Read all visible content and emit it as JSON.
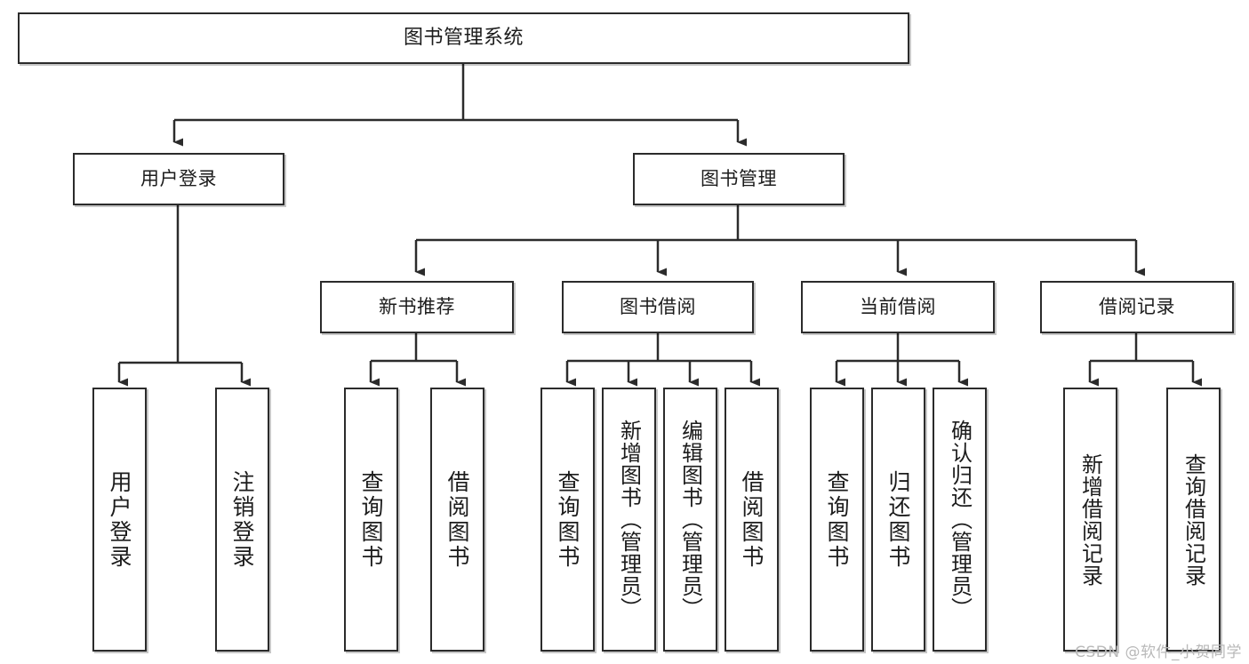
{
  "diagram": {
    "title": "图书管理系统",
    "watermark": "CSDN @软件_小贺同学",
    "colors": {
      "stroke": "#2b2b2b",
      "fill": "#ffffff",
      "text": "#1c1c1c",
      "watermark": "#b9b9b9"
    },
    "levels": {
      "root": {
        "label": "图书管理系统"
      },
      "level2": [
        {
          "label": "用户登录"
        },
        {
          "label": "图书管理"
        }
      ],
      "level3": [
        {
          "label": "新书推荐"
        },
        {
          "label": "图书借阅"
        },
        {
          "label": "当前借阅"
        },
        {
          "label": "借阅记录"
        }
      ],
      "leaves": [
        {
          "label": "用户登录",
          "parent": "用户登录"
        },
        {
          "label": "注销登录",
          "parent": "用户登录"
        },
        {
          "label": "查询图书",
          "parent": "新书推荐"
        },
        {
          "label": "借阅图书",
          "parent": "新书推荐"
        },
        {
          "label": "查询图书",
          "parent": "图书借阅"
        },
        {
          "label": "新增图书（管理员）",
          "parent": "图书借阅"
        },
        {
          "label": "编辑图书（管理员）",
          "parent": "图书借阅"
        },
        {
          "label": "借阅图书",
          "parent": "图书借阅"
        },
        {
          "label": "查询图书",
          "parent": "当前借阅"
        },
        {
          "label": "归还图书",
          "parent": "当前借阅"
        },
        {
          "label": "确认归还（管理员）",
          "parent": "当前借阅"
        },
        {
          "label": "新增借阅记录",
          "parent": "借阅记录"
        },
        {
          "label": "查询借阅记录",
          "parent": "借阅记录"
        }
      ]
    }
  }
}
